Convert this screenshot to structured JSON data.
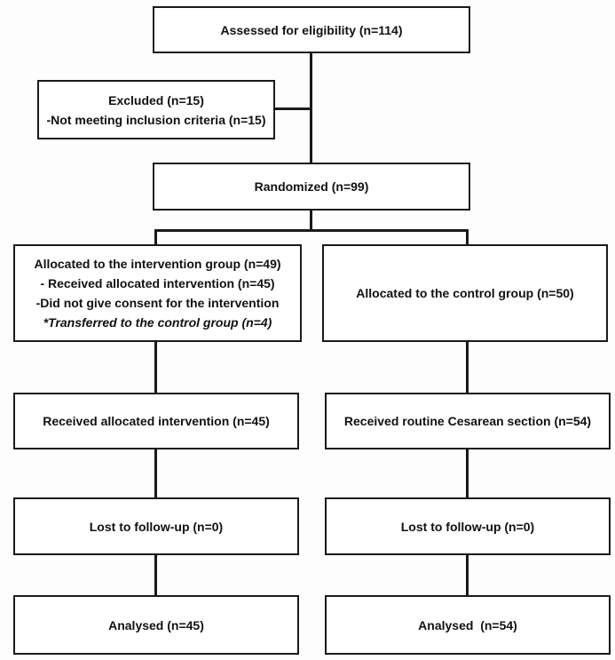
{
  "boxes": {
    "assessed": {
      "lines": [
        "Assessed for eligibility (n=114)"
      ]
    },
    "excluded": {
      "lines": [
        "Excluded (n=15)",
        "-Not meeting inclusion criteria (n=15)"
      ]
    },
    "randomized": {
      "lines": [
        "Randomized (n=99)"
      ]
    },
    "allocated_intervention": {
      "lines": [
        "Allocated to the intervention group (n=49)",
        "- Received allocated intervention (n=45)",
        "-Did not give consent for the intervention",
        "*Transferred to the control group (n=4)"
      ]
    },
    "allocated_control": {
      "lines": [
        "Allocated to the control group (n=50)"
      ]
    },
    "received_intervention": {
      "lines": [
        "Received allocated intervention (n=45)"
      ]
    },
    "received_control": {
      "lines": [
        "Received routine Cesarean section (n=54)"
      ]
    },
    "lost_intervention": {
      "lines": [
        "Lost to follow-up (n=0)"
      ]
    },
    "lost_control": {
      "lines": [
        "Lost to follow-up (n=0)"
      ]
    },
    "analysed_intervention": {
      "lines": [
        "Analysed (n=45)"
      ]
    },
    "analysed_control": {
      "lines": [
        "Analysed  (n=54)"
      ]
    }
  },
  "colors": {
    "border": "#1a1a1a",
    "text": "#111111",
    "background": "#fdfdfd"
  }
}
